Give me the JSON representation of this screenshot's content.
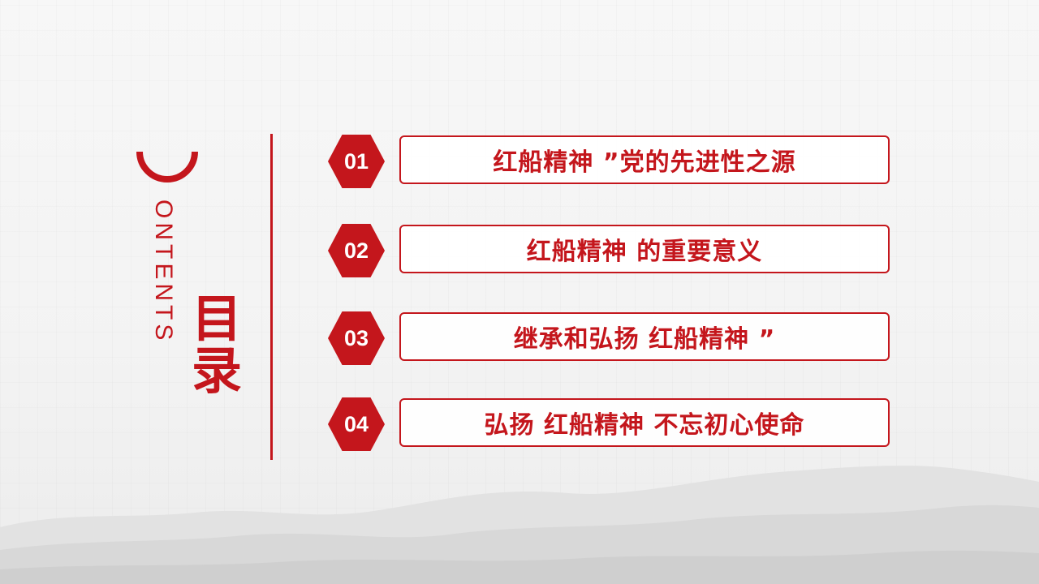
{
  "title": {
    "english_initial": "C",
    "english_rest": "ONTENTS",
    "chinese": "目录"
  },
  "items": [
    {
      "number": "01",
      "label": "红船精神 ”党的先进性之源"
    },
    {
      "number": "02",
      "label": "红船精神 的重要意义"
    },
    {
      "number": "03",
      "label": "继承和弘扬 红船精神 ”"
    },
    {
      "number": "04",
      "label": "弘扬 红船精神 不忘初心使命"
    }
  ],
  "colors": {
    "accent": "#c4161c",
    "background": "#f4f4f4"
  }
}
